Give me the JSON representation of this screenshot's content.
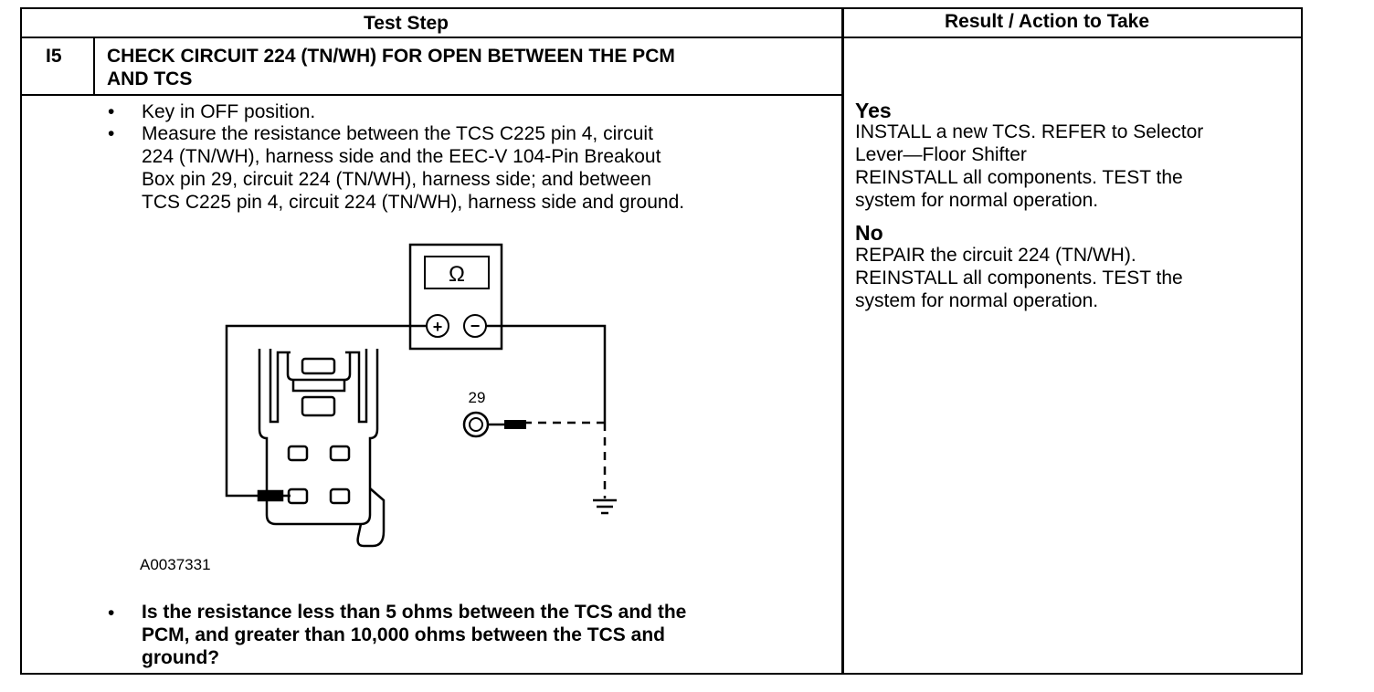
{
  "table": {
    "header": {
      "test_step": "Test Step",
      "result_action": "Result / Action to Take"
    },
    "step": {
      "id": "I5",
      "title_lines": [
        "CHECK CIRCUIT 224 (TN/WH) FOR OPEN BETWEEN THE PCM",
        "AND TCS"
      ],
      "bullet1": "Key in OFF position.",
      "bullet2_lines": [
        "Measure the resistance between the TCS C225 pin 4, circuit",
        "224 (TN/WH), harness side and the EEC-V 104-Pin Breakout",
        "Box pin 29, circuit 224 (TN/WH), harness side; and between",
        "TCS C225 pin 4, circuit 224 (TN/WH), harness side and ground."
      ],
      "figure": {
        "meter_symbol": "Ω",
        "plus": "+",
        "minus": "−",
        "pin_label": "29",
        "figure_id": "A0037331"
      },
      "question_lines": [
        "Is the resistance less than 5 ohms between the TCS and the",
        "PCM, and greater than 10,000 ohms between the TCS and",
        "ground?"
      ]
    },
    "result": {
      "yes_label": "Yes",
      "yes_lines": [
        "INSTALL a new TCS. REFER to Selector",
        "Lever—Floor Shifter",
        "REINSTALL all components. TEST the",
        "system for normal operation."
      ],
      "no_label": "No",
      "no_lines": [
        "REPAIR the circuit 224 (TN/WH).",
        "REINSTALL all components. TEST the",
        "system for normal operation."
      ]
    }
  }
}
